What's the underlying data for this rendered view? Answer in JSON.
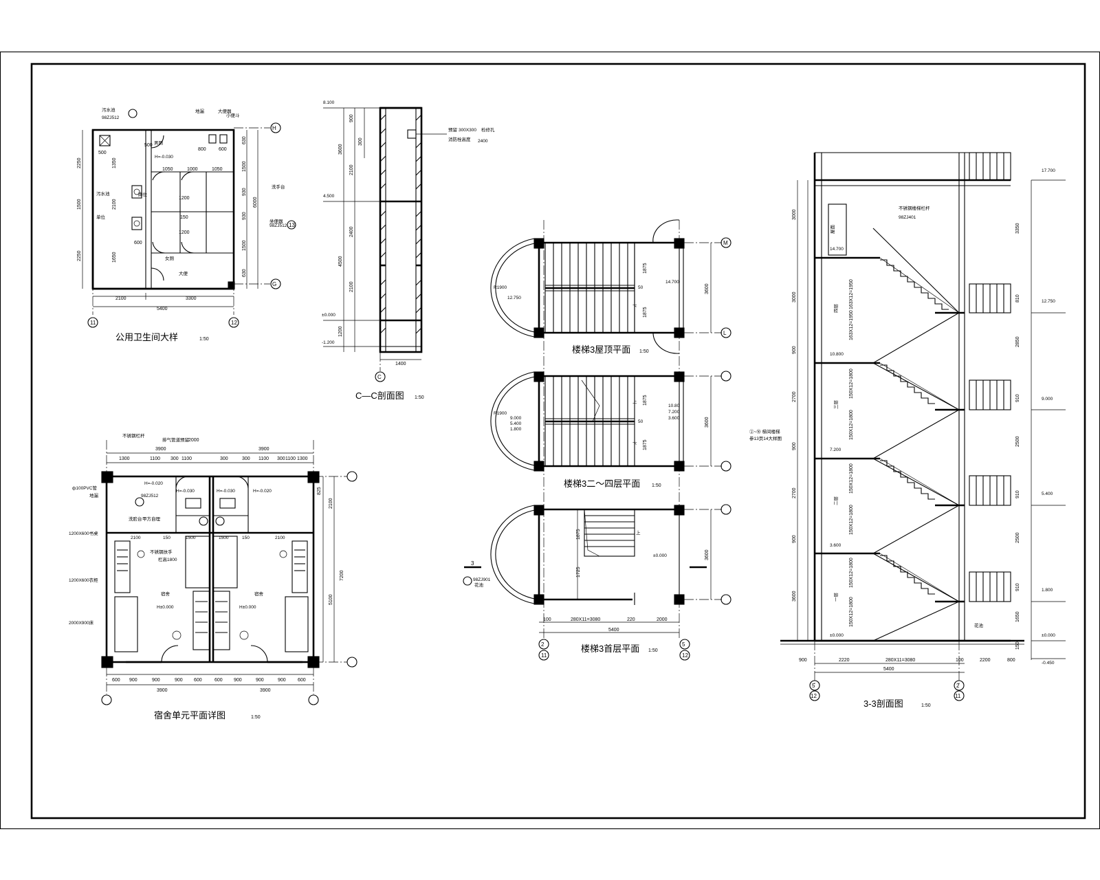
{
  "sheet": {
    "border_color": "#000000",
    "background": "#ffffff"
  },
  "views": {
    "toilet": {
      "title": "公用卫生间大样",
      "scale": "1:50"
    },
    "section_cc": {
      "title": "C—C剖面图",
      "scale": "1:50"
    },
    "stair_roof": {
      "title": "楼梯3屋顶平面",
      "scale": "1:50"
    },
    "stair_mid": {
      "title": "楼梯3二～四层平面",
      "scale": "1:50"
    },
    "stair_ground": {
      "title": "楼梯3首层平面",
      "scale": "1:50"
    },
    "dorm": {
      "title": "宿舍单元平面详图",
      "scale": "1:50"
    },
    "section_33": {
      "title": "3-3剖面图",
      "scale": "1:50"
    }
  },
  "toilet": {
    "axis": [
      "H",
      "G",
      "11",
      "12",
      "13"
    ],
    "dims_top": [
      "800",
      "600"
    ],
    "dims_bottom": [
      "2100",
      "3300",
      "5400"
    ],
    "dims_left": [
      "2250",
      "1500",
      "2250",
      "1350",
      "2100",
      "1650"
    ],
    "dims_right": [
      "630",
      "1500",
      "930",
      "930",
      "1500",
      "630",
      "6000"
    ],
    "dims_inner": [
      "500",
      "500",
      "1050",
      "1000",
      "1050",
      "1200",
      "1200",
      "600",
      "150"
    ],
    "labels": [
      "污水池",
      "98ZJ512",
      "地漏",
      "大便器",
      "小便斗",
      "蹲位",
      "男厕",
      "女厕",
      "H=-0.030",
      "洗手台",
      "坐便器",
      "98ZJ512",
      "污水池",
      "大便",
      "单位"
    ]
  },
  "section_cc": {
    "axis": [
      "C"
    ],
    "elevations": [
      "8.100",
      "4.500",
      "±0.000",
      "-1.200"
    ],
    "dims_left": [
      "900",
      "300",
      "3600",
      "2100",
      "2400",
      "4500",
      "2100",
      "1200"
    ],
    "dims_bottom": [
      "1400"
    ],
    "notes": [
      "预留",
      "300X300",
      "检修孔",
      "消防栓高度",
      "2400"
    ]
  },
  "stair": {
    "axis_rows": [
      "M",
      "L"
    ],
    "axis_cols": [
      "2",
      "11",
      "5",
      "12"
    ],
    "roof": {
      "dims_right": [
        "1875",
        "1875",
        "3600"
      ],
      "elevation": "14.700",
      "radius": "R1900",
      "side_elevation": "12.750",
      "landing": "50",
      "down": "下"
    },
    "mid": {
      "dims_right": [
        "1875",
        "1875",
        "3600"
      ],
      "elevations": [
        "10.80",
        "7.200",
        "3.600"
      ],
      "radius": "R1900",
      "side_elevations": [
        "9.000",
        "5.400",
        "1.800"
      ],
      "landing": "50",
      "up": "上",
      "down": "下"
    },
    "ground": {
      "dims_right": [
        "3600"
      ],
      "dims_inner": [
        "1875",
        "1725"
      ],
      "elevation": "±0.000",
      "up": "上",
      "section_mark": "3",
      "detail": "98ZJ901",
      "detail_label": "花池",
      "dims_bottom": [
        "100",
        "280X11=3080",
        "220",
        "2000",
        "5400"
      ]
    }
  },
  "dorm": {
    "dims_top": [
      "2000",
      "3900",
      "3900",
      "1300",
      "1100",
      "300",
      "1100",
      "300",
      "300",
      "1100",
      "300",
      "1100",
      "1300"
    ],
    "dims_bottom": [
      "600",
      "900",
      "900",
      "900",
      "600",
      "600",
      "900",
      "900",
      "900",
      "600",
      "3900",
      "3900"
    ],
    "dims_right": [
      "2100",
      "5100",
      "7200",
      "825"
    ],
    "labels": [
      "不锈钢栏杆",
      "排气管道预留",
      "ф100PVC管",
      "地漏",
      "H=-0.020",
      "H=-0.030",
      "H=-0.030",
      "H=-0.020",
      "98ZJ512",
      "洗脸台",
      "甲方自理",
      "1200X600书桌",
      "1200X600衣柜",
      "2000X900床",
      "宿舍",
      "宿舍",
      "H±0.000",
      "H±0.000",
      "不锈钢扶手",
      "栏高1800",
      "2100",
      "150",
      "1500",
      "1500",
      "150",
      "2100"
    ]
  },
  "section_33": {
    "elevations_right": [
      "17.700",
      "12.750",
      "9.000",
      "5.400",
      "1.800",
      "±0.000",
      "-0.450"
    ],
    "elevations_left": [
      "14.700",
      "10.800",
      "7.200",
      "3.600",
      "±0.000"
    ],
    "dims_left": [
      "3000",
      "3000",
      "900",
      "2700",
      "900",
      "2700",
      "900",
      "3600"
    ],
    "dims_right": [
      "3350",
      "810",
      "2850",
      "910",
      "2500",
      "910",
      "2500",
      "910",
      "1650",
      "150"
    ],
    "flights": [
      "163X12=1950",
      "163X12=1950",
      "150X12=1800",
      "150X12=1800",
      "150X12=1800",
      "150X12=1800",
      "150X12=1800",
      "150X12=1800"
    ],
    "floors": [
      "四层",
      "三层",
      "二层",
      "一层"
    ],
    "roof_room": "屋面",
    "notes": [
      "不锈钢楼梯栏杆",
      "98ZJ401",
      "花池"
    ],
    "left_note": [
      "②~⑩ 梯间楼梯",
      "参13页14大样图"
    ],
    "dims_bottom": [
      "900",
      "2220",
      "280X11=3080",
      "100",
      "2200",
      "800",
      "5400"
    ],
    "axis": [
      "5",
      "12",
      "2",
      "11"
    ]
  }
}
